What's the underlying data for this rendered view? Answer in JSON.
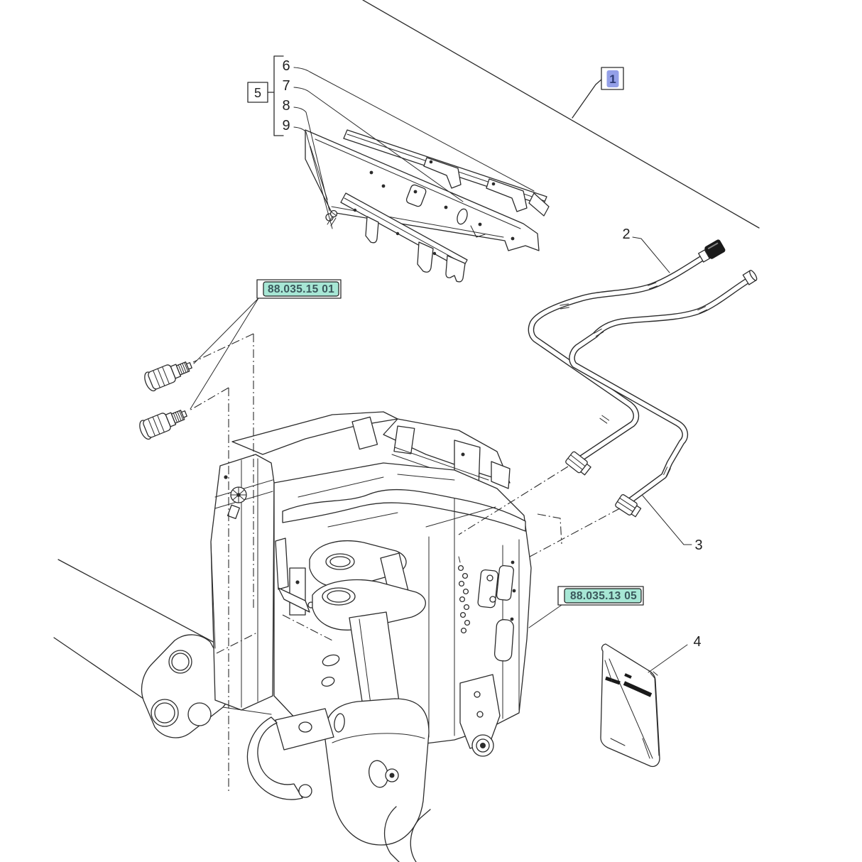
{
  "colors": {
    "background": "#ffffff",
    "line": "#2b2b2b",
    "ref_fill": "#a7e7d5",
    "ref_text": "#3a575b",
    "callout1_fill": "#94a0e8",
    "callout1_text": "#2d3a74"
  },
  "callouts": {
    "n1": "1",
    "n2": "2",
    "n3": "3",
    "n4": "4",
    "n5": "5",
    "n6": "6",
    "n7": "7",
    "n8": "8",
    "n9": "9"
  },
  "part_refs": {
    "ref_15_01": "88.035.15 01",
    "ref_13_05": "88.035.13 05"
  }
}
